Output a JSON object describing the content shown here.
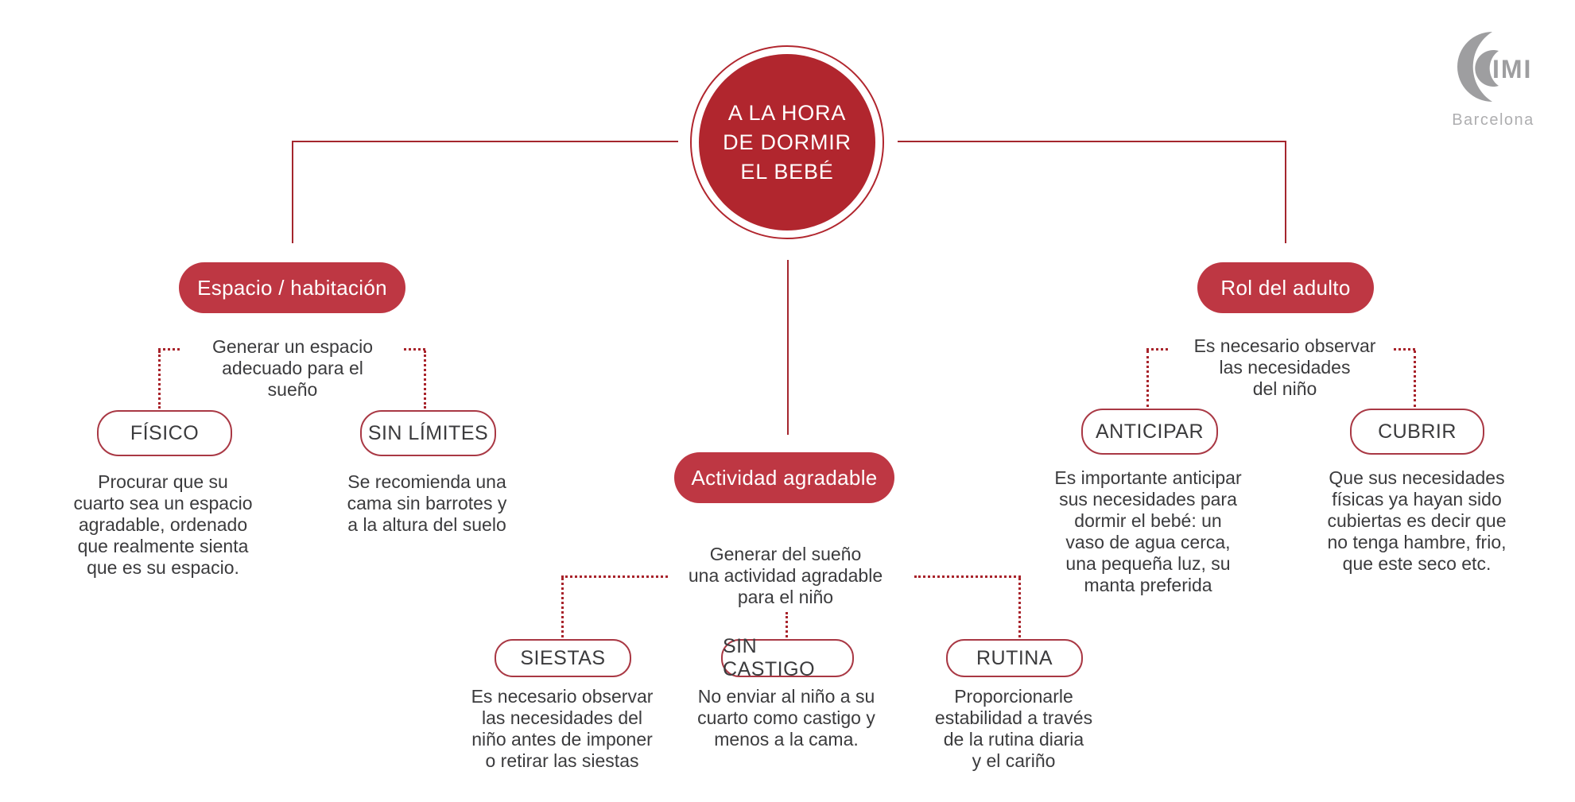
{
  "colors": {
    "circle_red": "#B1262E",
    "pill_red": "#BE3743",
    "line_red": "#A5262E",
    "outline_border_red": "#A93844",
    "dotted_red": "#A8232B",
    "text_dark": "#3B3B3D",
    "logo_gray": "#9E9EA0"
  },
  "center": {
    "title_lines": [
      "A LA HORA",
      "DE DORMIR",
      "EL BEBÉ"
    ]
  },
  "branches": {
    "left": {
      "label": "Espacio / habitación",
      "desc_lines": [
        "Generar un espacio",
        "adecuado para el",
        "sueño"
      ],
      "children": {
        "fisico": {
          "label": "FÍSICO",
          "desc_lines": [
            "Procurar que su",
            "cuarto sea un espacio",
            "agradable, ordenado",
            "que realmente sienta",
            "que es su espacio."
          ]
        },
        "sin_limites": {
          "label": "SIN LÍMITES",
          "desc_lines": [
            "Se recomienda una",
            "cama sin barrotes y",
            "a la altura del suelo"
          ]
        }
      }
    },
    "middle": {
      "label": "Actividad agradable",
      "desc_lines": [
        "Generar del sueño",
        "una actividad agradable",
        "para el niño"
      ],
      "children": {
        "siestas": {
          "label": "SIESTAS",
          "desc_lines": [
            "Es necesario observar",
            "las necesidades del",
            "niño antes de imponer",
            "o retirar las siestas"
          ]
        },
        "sin_castigo": {
          "label": "SIN CASTIGO",
          "desc_lines": [
            "No enviar al niño a su",
            "cuarto como castigo y",
            "menos a la cama."
          ]
        },
        "rutina": {
          "label": "RUTINA",
          "desc_lines": [
            "Proporcionarle",
            "estabilidad a través",
            "de la rutina diaria",
            "y el cariño"
          ]
        }
      }
    },
    "right": {
      "label": "Rol del adulto",
      "desc_lines": [
        "Es necesario observar",
        "las necesidades",
        "del niño"
      ],
      "children": {
        "anticipar": {
          "label": "ANTICIPAR",
          "desc_lines": [
            "Es importante anticipar",
            "sus necesidades para",
            "dormir el bebé: un",
            "vaso de agua cerca,",
            "una pequeña luz, su",
            "manta preferida"
          ]
        },
        "cubrir": {
          "label": "CUBRIR",
          "desc_lines": [
            "Que  sus necesidades",
            "físicas ya hayan sido",
            "cubiertas es decir que",
            "no tenga hambre, frio,",
            "que este seco etc."
          ]
        }
      }
    }
  },
  "logo": {
    "brand": "IMI",
    "city": "Barcelona"
  }
}
